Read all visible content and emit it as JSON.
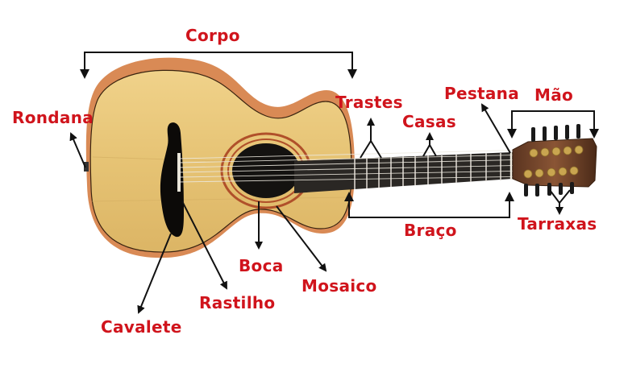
{
  "diagram": {
    "subject": "guitar",
    "label_color": "#d0141c",
    "line_color": "#111111",
    "labels": {
      "corpo": "Corpo",
      "rondana": "Rondana",
      "trastes": "Trastes",
      "casas": "Casas",
      "pestana": "Pestana",
      "mao": "Mão",
      "braco": "Braço",
      "tarraxas": "Tarraxas",
      "boca": "Boca",
      "mosaico": "Mosaico",
      "rastilho": "Rastilho",
      "cavalete": "Cavalete"
    },
    "colors": {
      "top_wood": "#e8c77a",
      "side_wood": "#d98a55",
      "fretboard": "#2a2724",
      "headstock": "#7a4a2c",
      "tuner_gold": "#c9a550",
      "rosette": "#b0502a"
    }
  }
}
